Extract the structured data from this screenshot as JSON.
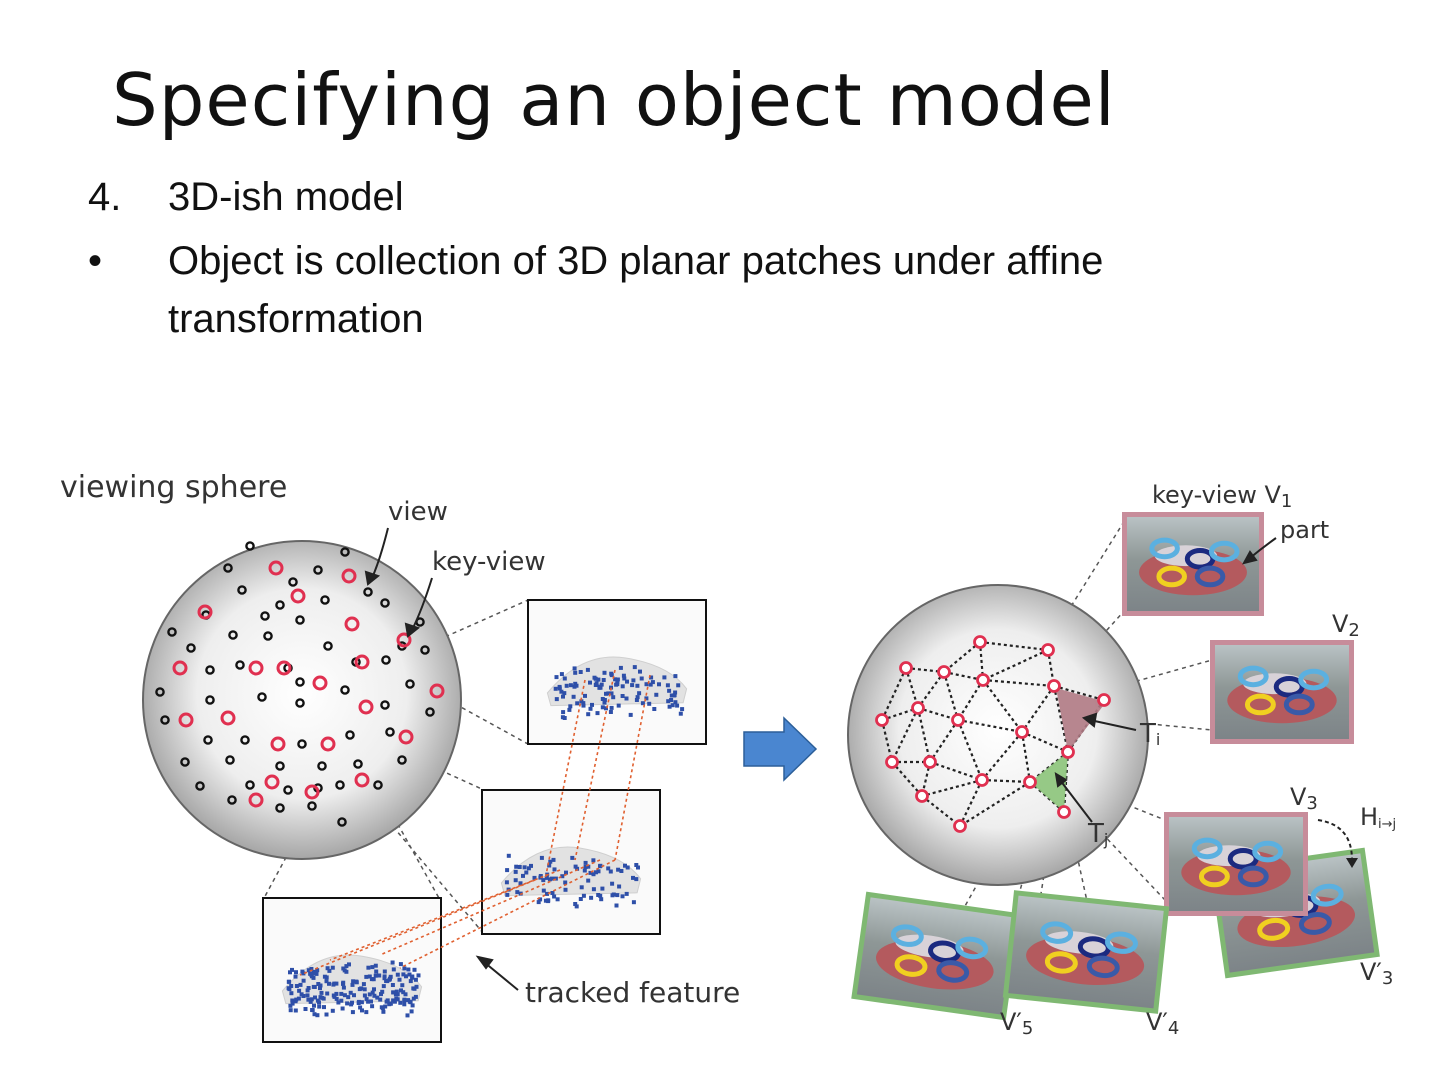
{
  "slide": {
    "title": "Specifying an object model",
    "items": [
      {
        "marker": "4.",
        "text": "3D-ish model"
      },
      {
        "marker": "•",
        "text": "Object is collection of 3D planar patches under affine transformation"
      }
    ]
  },
  "figure": {
    "labels": {
      "viewing_sphere": "viewing sphere",
      "view": "view",
      "key_view": "key-view",
      "tracked_feature": "tracked feature",
      "key_view_v1": "key-view V",
      "v1_sub": "1",
      "part": "part",
      "v2": "V",
      "v2_sub": "2",
      "v3": "V",
      "v3_sub": "3",
      "h": "H",
      "h_sub": "i→j",
      "ti": "T",
      "ti_sub": "i",
      "tj": "T",
      "tj_sub": "j",
      "vp3": "V′",
      "vp3_sub": "3",
      "vp4": "V′",
      "vp4_sub": "4",
      "vp5": "V′",
      "vp5_sub": "5"
    },
    "colors": {
      "view_dot": "#111111",
      "key_view_ring": "#e03050",
      "feature": "#2e4fa8",
      "track_line": "#e06030",
      "arrow": "#4a86d0",
      "key_frame": "#c78c9a",
      "aux_frame": "#7fb872",
      "patch_ti": "#b07a84",
      "patch_tj": "#8cc47a"
    }
  }
}
